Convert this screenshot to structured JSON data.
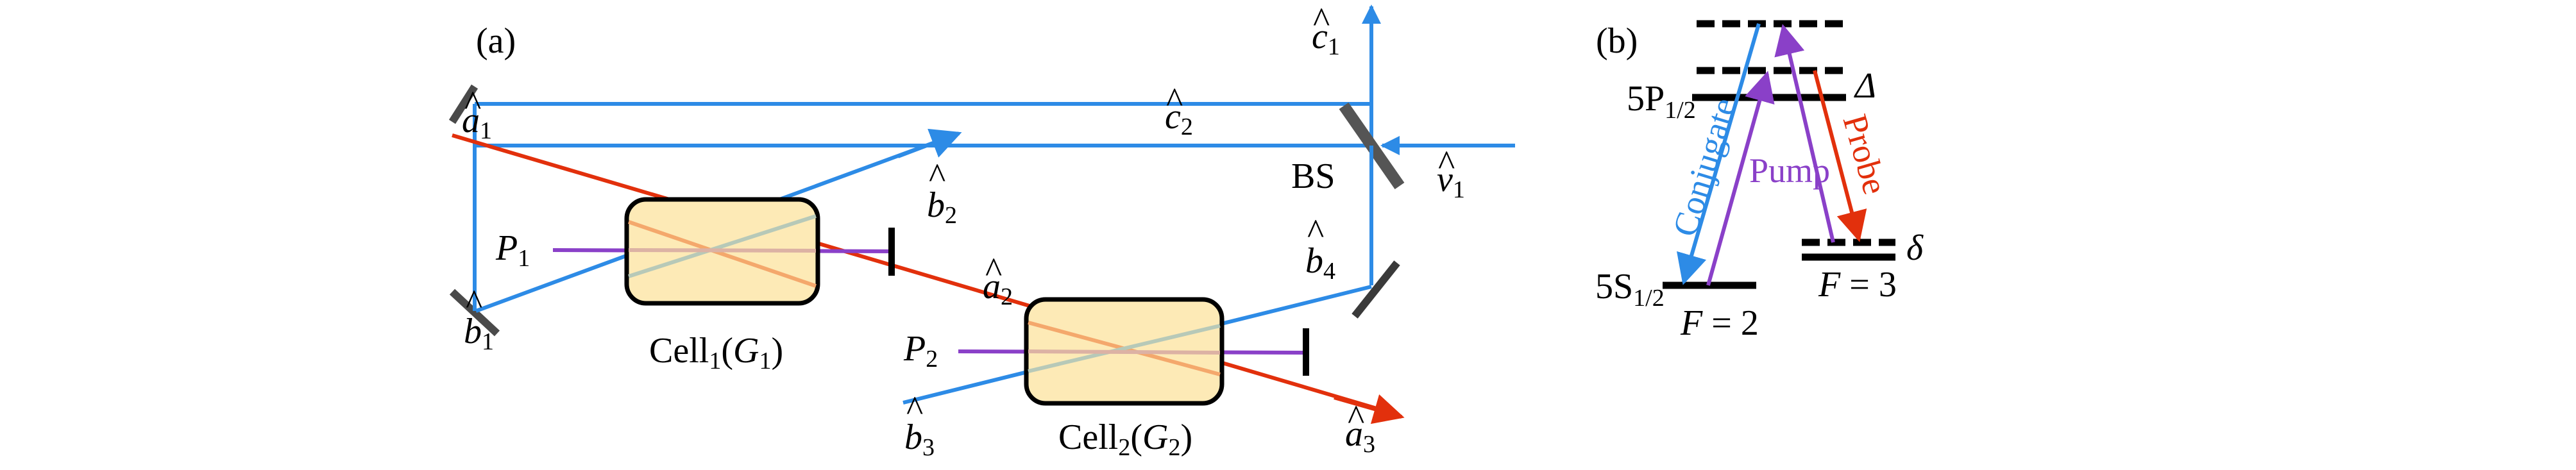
{
  "colors": {
    "blue": "#2d8be6",
    "red": "#e2300c",
    "purple": "#8a40c8",
    "mirror": "#4a4a4a",
    "cell_fill": "#fdeab6",
    "cell_stroke": "#000000",
    "in_cell_red": "#f4a86c",
    "in_cell_blue": "#b7c9b8",
    "in_cell_purple": "#dcb2a4"
  },
  "panel_a": {
    "label": "(a)",
    "beams": {
      "a1": {
        "base": "a",
        "hat": "^",
        "sub": "1"
      },
      "a2": {
        "base": "a",
        "hat": "^",
        "sub": "2"
      },
      "a3": {
        "base": "a",
        "hat": "^",
        "sub": "3"
      },
      "b1": {
        "base": "b",
        "hat": "^",
        "sub": "1"
      },
      "b2": {
        "base": "b",
        "hat": "^",
        "sub": "2"
      },
      "b3": {
        "base": "b",
        "hat": "^",
        "sub": "3"
      },
      "b4": {
        "base": "b",
        "hat": "^",
        "sub": "4"
      },
      "c1": {
        "base": "c",
        "hat": "^",
        "sub": "1"
      },
      "c2": {
        "base": "c",
        "hat": "^",
        "sub": "2"
      },
      "v1": {
        "base": "v",
        "hat": "^",
        "sub": "1"
      }
    },
    "pumps": {
      "p1": {
        "base": "P",
        "sub": "1"
      },
      "p2": {
        "base": "P",
        "sub": "2"
      }
    },
    "beam_splitter": "BS",
    "cell1": {
      "name": "Cell",
      "sub": "1",
      "gain_open": "(",
      "gain": "G",
      "gain_sub": "1",
      "gain_close": ")"
    },
    "cell2": {
      "name": "Cell",
      "sub": "2",
      "gain_open": "(",
      "gain": "G",
      "gain_sub": "2",
      "gain_close": ")"
    }
  },
  "panel_b": {
    "label": "(b)",
    "levels": {
      "excited": {
        "name": "5P",
        "sub": "1/2"
      },
      "ground": {
        "name": "5S",
        "sub": "1/2"
      },
      "f2": {
        "name": "F",
        "eq": " = ",
        "val": "2"
      },
      "f3": {
        "name": "F",
        "eq": " = ",
        "val": "3"
      }
    },
    "detunings": {
      "big": "Δ",
      "small": "δ"
    },
    "transitions": {
      "conjugate": "Conjugate",
      "pump": "Pump",
      "probe": "Probe"
    }
  }
}
